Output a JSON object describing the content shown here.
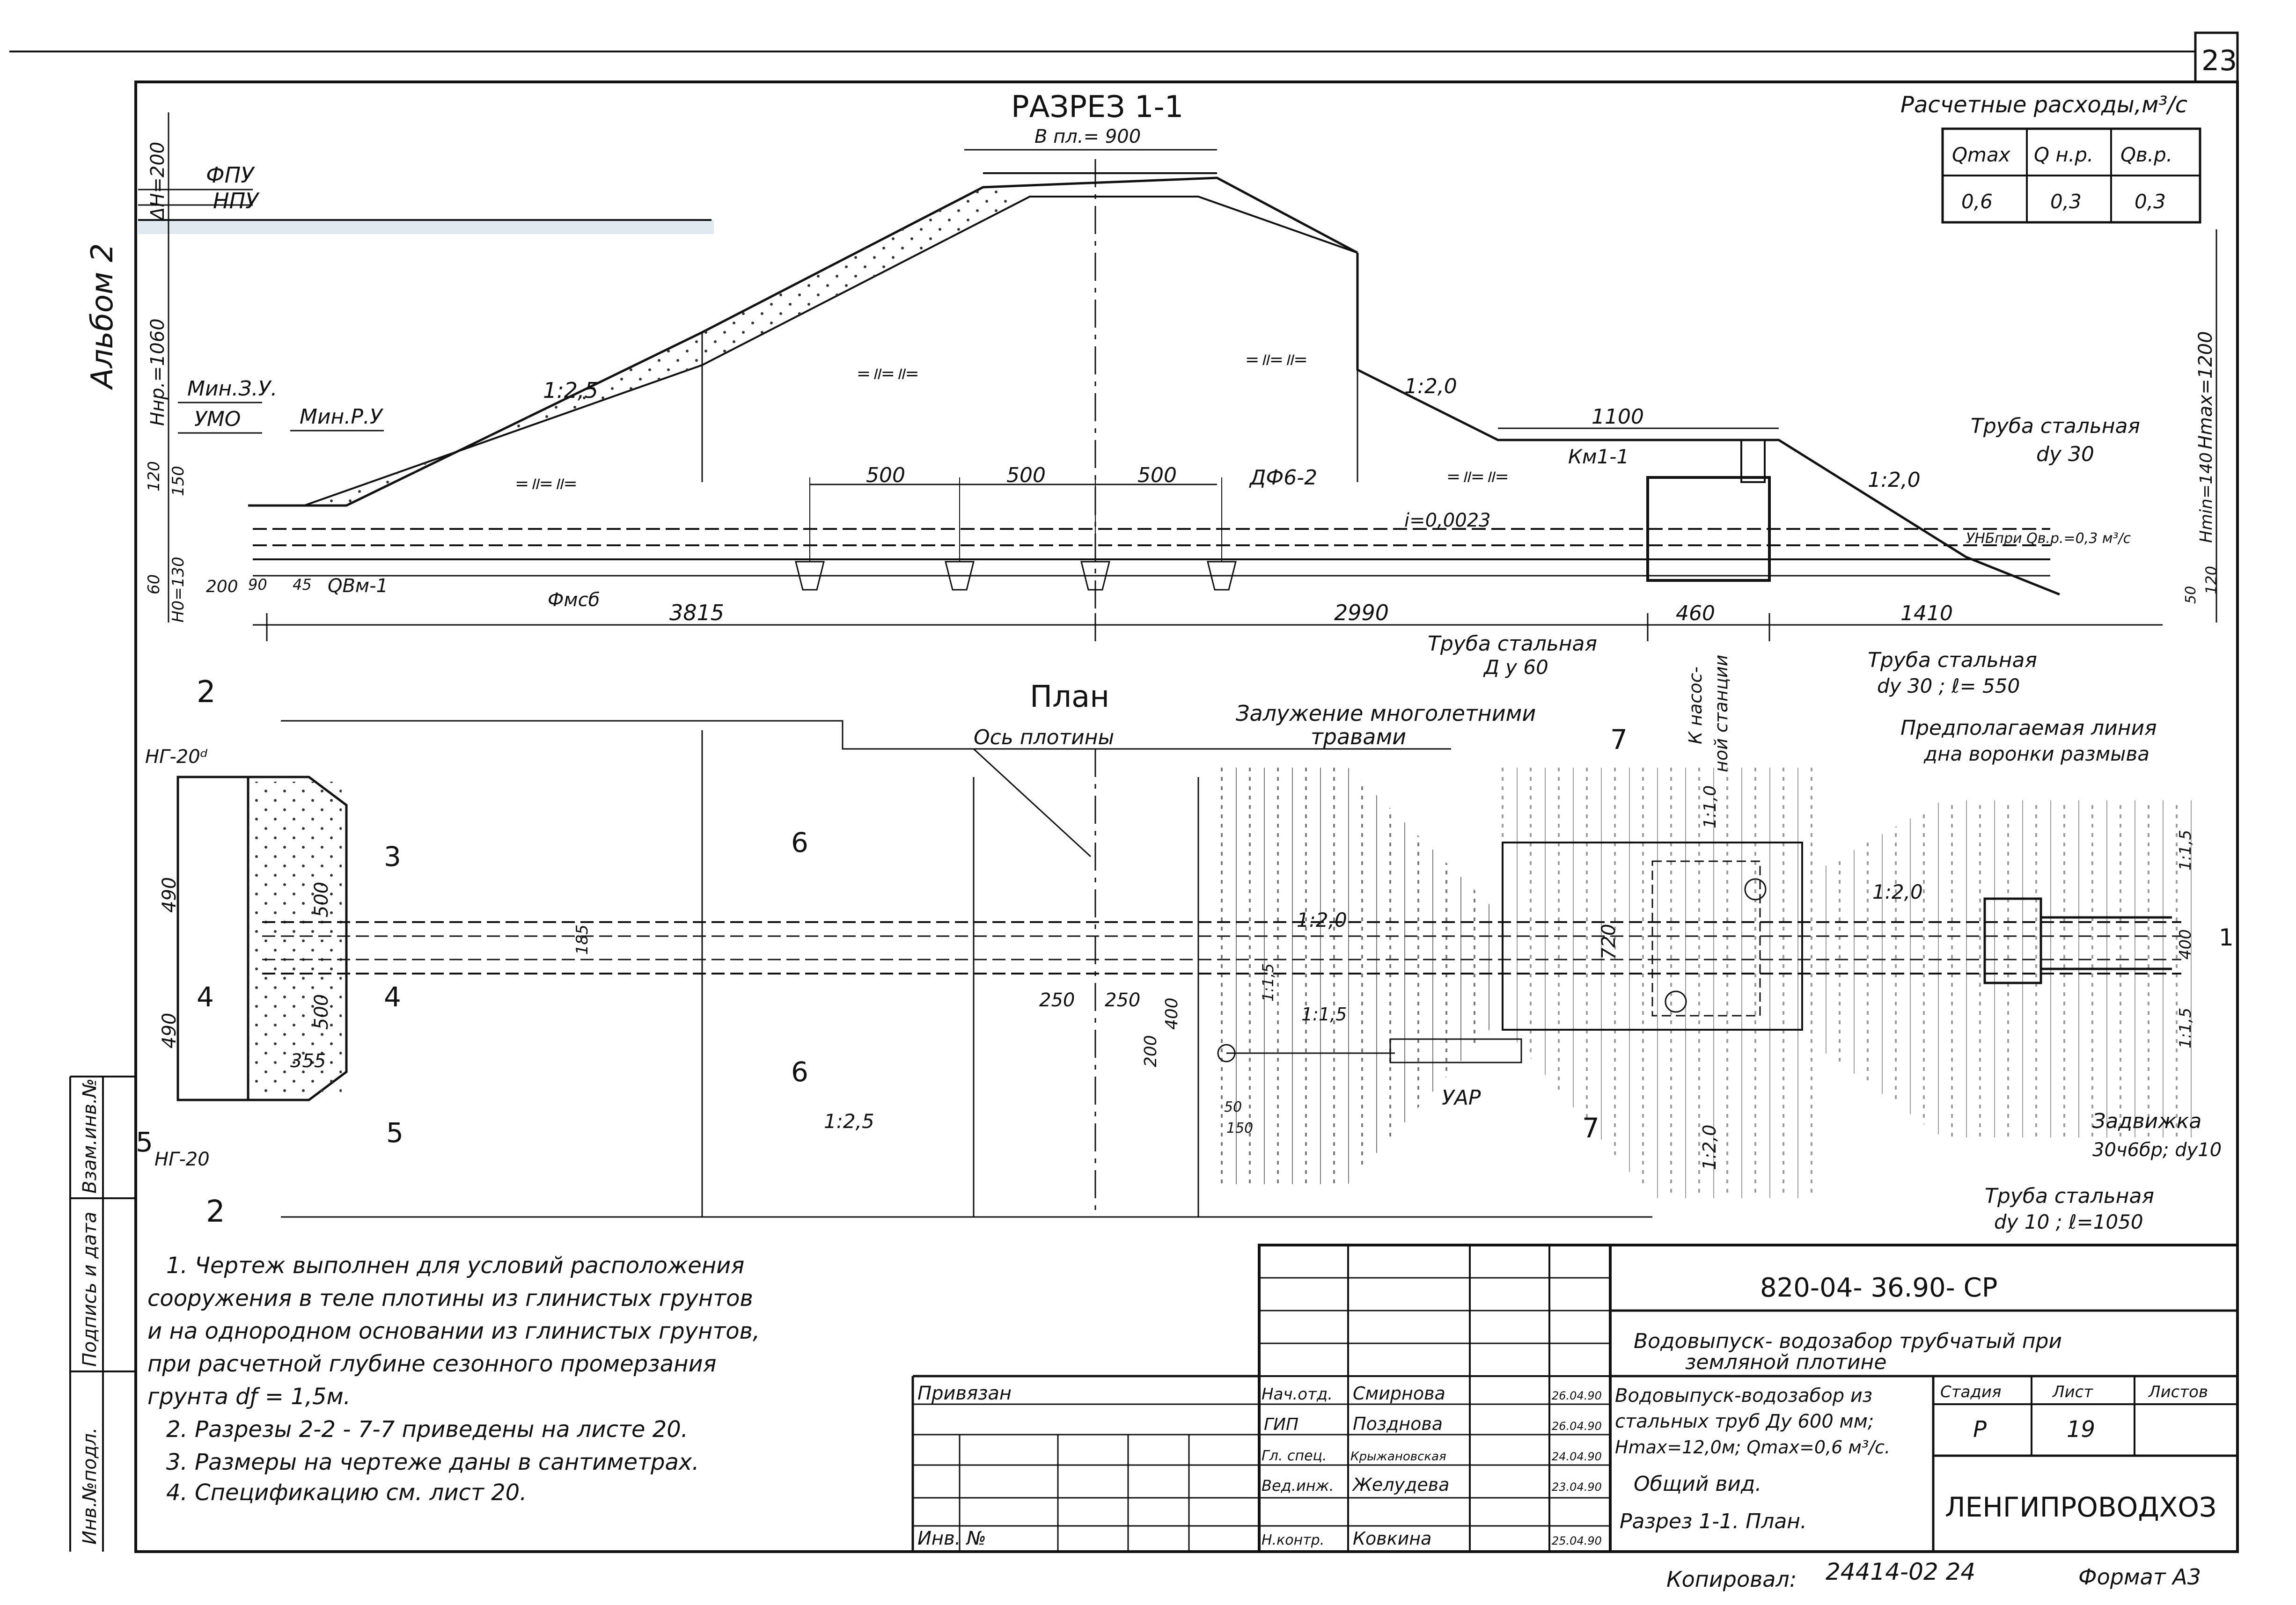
{
  "page_number": "23",
  "album_label": "Альбом 2",
  "section_title": "РАЗРЕЗ 1-1",
  "plan_title": "План",
  "flows_table": {
    "title": "Расчетные расходы,м³/с",
    "headers": [
      "Qmax",
      "Q н.р.",
      "Qв.р."
    ],
    "values": [
      "0,6",
      "0,3",
      "0,3"
    ]
  },
  "section_labels": {
    "crest_width": "B пл.= 900",
    "fpu": "ФПУ",
    "npu": "НПУ",
    "dh": "ΔH=200",
    "hnp": "Hнр.=1060",
    "min_zu": "Мин.З.У.",
    "umo": "УМО",
    "min_ru": "Мин.Р.У",
    "slope_up": "1:2,5",
    "slope_down": "1:2,0",
    "slope_down2": "1:2,0",
    "dim_1100": "1100",
    "dim_500a": "500",
    "dim_500b": "500",
    "dim_500c": "500",
    "dfb": "ДФ6-2",
    "km": "Км1-1",
    "slope_i": "i=0,0023",
    "pipe_steel_30": "Труба стальная",
    "pipe_steel_30_d": "dу 30",
    "hmax": "Hmax=1200",
    "hmin": "Hmin=140",
    "ung": "УНБпри Qв.р.=0,3 м³/с",
    "qvm": "QВм-1",
    "fmsb": "Фмсб",
    "d120": "120",
    "d150": "150",
    "d60": "60",
    "h0": "H0=130",
    "d200": "200",
    "d90": "90",
    "d45": "45",
    "d3815": "3815",
    "d2990": "2990",
    "d460": "460",
    "d1410": "1410",
    "d120b": "120",
    "d50": "50",
    "pipe_d60_a": "Труба стальная",
    "pipe_d60_b": "Д у 60",
    "pump_a": "К насос-",
    "pump_b": "ной станции",
    "pipe_30_550_a": "Труба стальная",
    "pipe_30_550_b": "dу 30 ; ℓ= 550",
    "scour_a": "Предполагаемая линия",
    "scour_b": "дна воронки размыва"
  },
  "plan_labels": {
    "axis": "Ось плотины",
    "grass_a": "Залужение многолетними",
    "grass_b": "травами",
    "ng20d": "НГ-20ᵈ",
    "ng20": "НГ-20",
    "d490a": "490",
    "d490b": "490",
    "d500a": "500",
    "d500b": "500",
    "d355": "355",
    "d185": "185",
    "d250a": "250",
    "d250b": "250",
    "d400a": "400",
    "d200": "200",
    "d50": "50",
    "d150": "150",
    "slope_a": "1:2,0",
    "slope_b": "1:1,5",
    "slope_c": "1:2,5",
    "slope_d": "1:1,5",
    "slope_e": "1:1,0",
    "d720": "720",
    "slope_f": "1:2,0",
    "slope_g": "1:1,5",
    "slope_h": "1:1,5",
    "d400b": "400",
    "slope_v": "1:2,0",
    "uar": "УАР",
    "valve_a": "Задвижка",
    "valve_b": "30ч6бр; dу10",
    "pipe10_a": "Труба стальная",
    "pipe10_b": "dу 10 ; ℓ=1050",
    "cut2": "2",
    "cut3": "3",
    "cut4": "4",
    "cut5": "5",
    "cut6": "6",
    "cut7": "7",
    "cut1": "1"
  },
  "side_stamp": [
    "Инв.№подл.",
    "Подпись и дата",
    "Взам.инв.№"
  ],
  "notes": [
    "1. Чертеж выполнен для условий расположения",
    "сооружения в теле плотины из глинистых грунтов",
    "и на однородном основании из глинистых грунтов,",
    "при расчетной глубине сезонного промерзания",
    "грунта  dƒ = 1,5м.",
    "2. Разрезы 2-2 - 7-7 приведены на листе 20.",
    "3. Размеры на чертеже даны в сантиметрах.",
    "4. Спецификацию    см.   лист   20."
  ],
  "title_block": {
    "doc_code": "820-04-   36.90-  СР",
    "project_a": "Водовыпуск- водозабор трубчатый при",
    "project_b": "земляной  плотине",
    "linked": "Привязан",
    "inv": "Инв. №",
    "roles": [
      "Нач.отд.",
      "ГИП",
      "Гл. спец.",
      "Вед.инж.",
      "Н.контр."
    ],
    "names": [
      "Смирнова",
      "Позднова",
      "Крыжановская",
      "Желудева",
      "Ковкина"
    ],
    "dates": [
      "26.04.90",
      "26.04.90",
      "24.04.90",
      "23.04.90",
      "25.04.90"
    ],
    "desc_a": "Водовыпуск-водозабор из",
    "desc_b": "стальных труб Ду 600 мм;",
    "desc_c": "Hmax=12,0м; Qmax=0,6 м³/с.",
    "sheet_a": "Общий  вид.",
    "sheet_b": "Разрез 1-1.   План.",
    "stage_h": "Стадия",
    "sheet_h": "Лист",
    "sheets_h": "Листов",
    "stage_v": "Р",
    "sheet_v": "19",
    "org": "ЛЕНГИПРОВОДХОЗ"
  },
  "footer": {
    "copied": "Копировал:",
    "number": "24414-02  24",
    "format": "Формат  А3"
  }
}
